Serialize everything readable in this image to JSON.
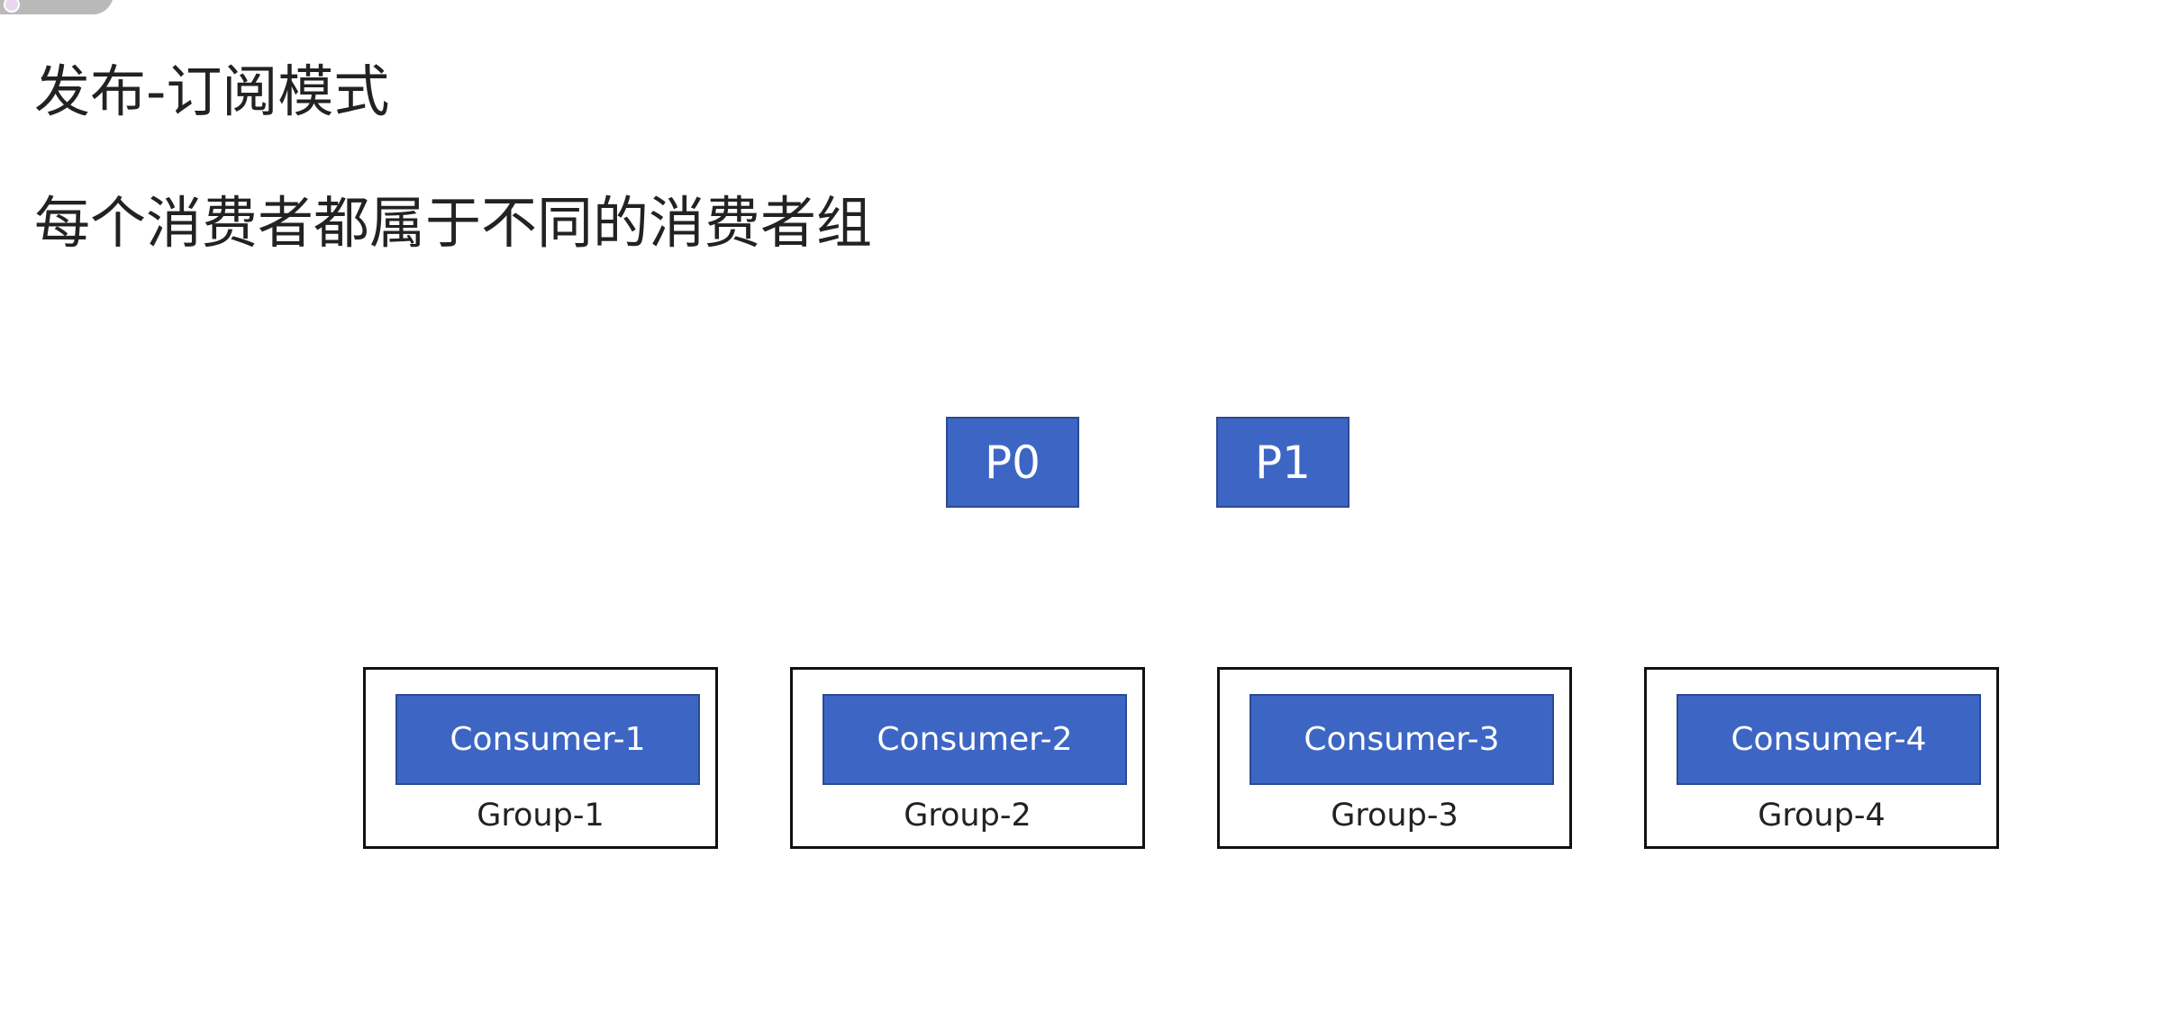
{
  "slide": {
    "title": "发布-订阅模式",
    "subtitle": "每个消费者都属于不同的消费者组"
  },
  "partitions": [
    {
      "label": "P0"
    },
    {
      "label": "P1"
    }
  ],
  "groups": [
    {
      "consumer": "Consumer-1",
      "label": "Group-1"
    },
    {
      "consumer": "Consumer-2",
      "label": "Group-2"
    },
    {
      "consumer": "Consumer-3",
      "label": "Group-3"
    },
    {
      "consumer": "Consumer-4",
      "label": "Group-4"
    }
  ],
  "colors": {
    "box_fill": "#3d66c4",
    "box_border": "#2b4a92",
    "group_border": "#111111",
    "text": "#222222"
  }
}
